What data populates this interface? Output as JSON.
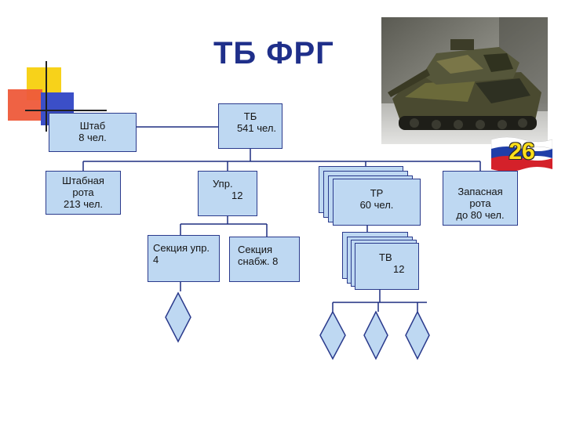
{
  "title": "ТБ ФРГ",
  "badge": {
    "number": "26",
    "colors": [
      "#ffffff",
      "#1f3ea8",
      "#d4212a"
    ]
  },
  "units": {
    "tb": {
      "name": "ТБ",
      "size": "541 чел."
    },
    "shtab": {
      "name": "Штаб",
      "size": "8 чел."
    },
    "shtab_rota": {
      "line1": "Штабная",
      "line2": "рота",
      "line3": "213 чел."
    },
    "upr": {
      "name": "Упр.",
      "size": "12"
    },
    "tr": {
      "name": "ТР",
      "size": "60 чел."
    },
    "zapas": {
      "line1": "Запасная",
      "line2": "рота",
      "line3": "до 80 чел."
    },
    "sekcia_upr": {
      "name": "Секция упр.",
      "size": "4"
    },
    "sekcia_snab": {
      "name": "Секция",
      "size": "снабж. 8"
    },
    "tv": {
      "name": "ТВ",
      "size": "12"
    }
  },
  "colors": {
    "box_fill": "#bed8f2",
    "box_border": "#2a3a8c",
    "title": "#1f2f8a",
    "line": "#1e2e80"
  }
}
